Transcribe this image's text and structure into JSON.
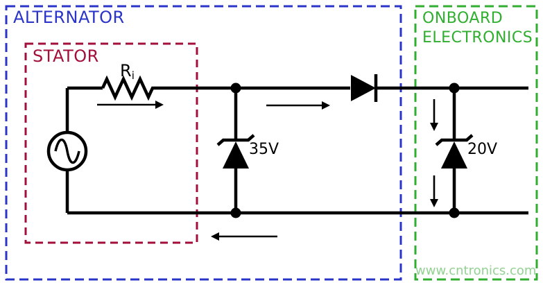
{
  "diagram": {
    "labels": {
      "alternator": "ALTERNATOR",
      "stator": "STATOR",
      "onboard_line1": "ONBOARD",
      "onboard_line2": "ELECTRONICS",
      "resistor": "R",
      "resistor_sub": "i",
      "zener_35v": "35V",
      "zener_20v": "20V"
    },
    "watermark": "www.cntronics.com",
    "colors": {
      "alternator_box": "#2b34c8",
      "stator_box": "#a20f3a",
      "onboard_box": "#2fae2f",
      "watermark": "#8ecf8e",
      "wire": "#000000"
    },
    "components": [
      {
        "name": "ac-source",
        "type": "ac-voltage-source"
      },
      {
        "name": "series-resistor",
        "label": "Ri"
      },
      {
        "name": "tvs-zener",
        "label": "35V"
      },
      {
        "name": "blocking-diode",
        "type": "diode"
      },
      {
        "name": "load-zener",
        "label": "20V"
      }
    ]
  }
}
